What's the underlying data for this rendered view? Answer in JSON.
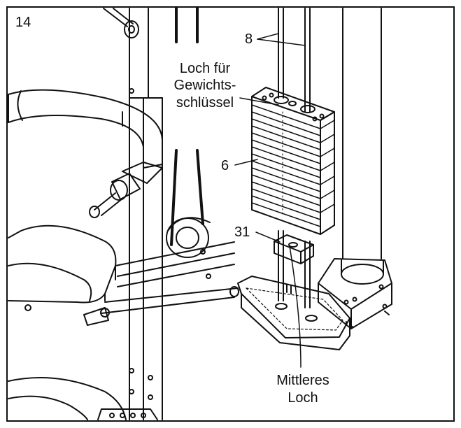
{
  "figure": {
    "step_number": "14",
    "callouts": {
      "part_8": "8",
      "part_6": "6",
      "part_31": "31"
    },
    "labels": {
      "weight_key_hole": [
        "Loch für",
        "Gewichts-",
        "schlüssel"
      ],
      "center_hole": [
        "Mittleres",
        "Loch"
      ]
    }
  }
}
